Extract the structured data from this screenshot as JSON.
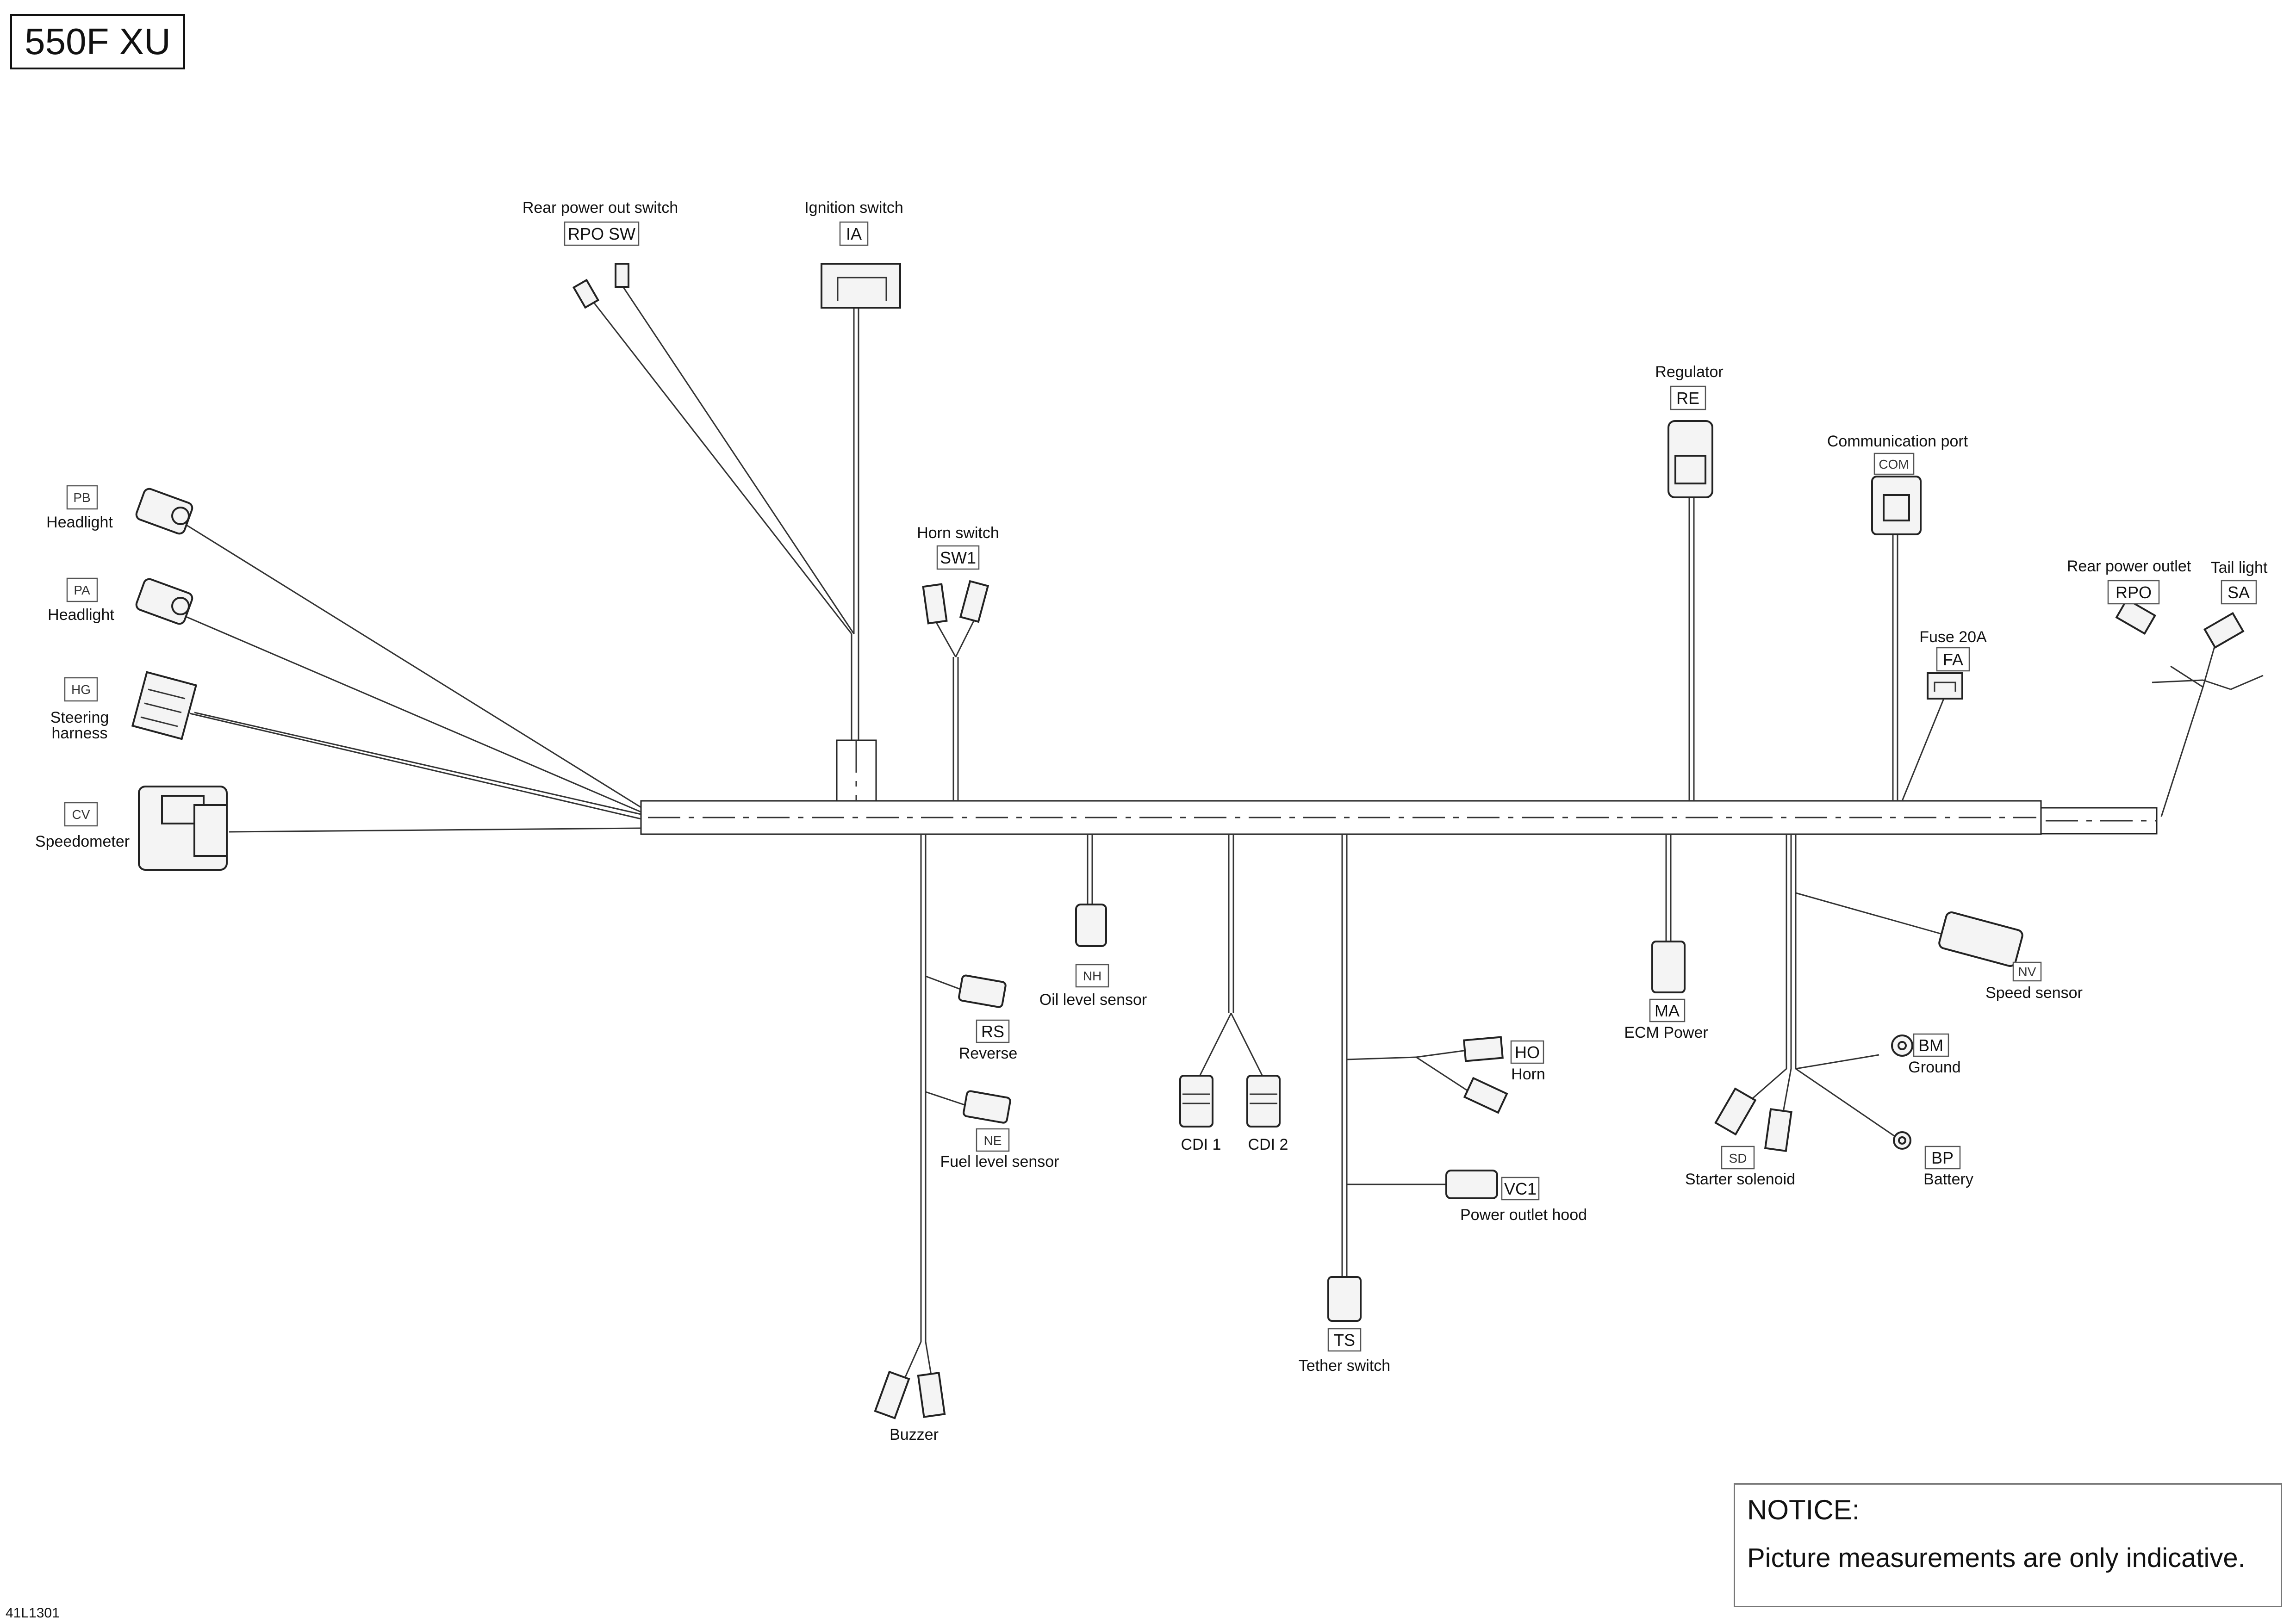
{
  "title": "550F XU",
  "drawing_ref": "41L1301",
  "notice": {
    "heading": "NOTICE:",
    "text": "Picture measurements are only indicative."
  },
  "components": {
    "rpo_sw": {
      "name": "Rear power out switch",
      "code": "RPO SW"
    },
    "ia": {
      "name": "Ignition switch",
      "code": "IA"
    },
    "sw1": {
      "name": "Horn switch",
      "code": "SW1"
    },
    "pb": {
      "name": "Headlight",
      "code": "PB"
    },
    "pa": {
      "name": "Headlight",
      "code": "PA"
    },
    "hg": {
      "name_line1": "Steering",
      "name_line2": "harness",
      "code": "HG"
    },
    "cv": {
      "name": "Speedometer",
      "code": "CV"
    },
    "re": {
      "name": "Regulator",
      "code": "RE"
    },
    "com": {
      "name": "Communication port",
      "code": "COM"
    },
    "fa": {
      "name": "Fuse 20A",
      "code": "FA"
    },
    "rpo": {
      "name": "Rear power outlet",
      "code": "RPO"
    },
    "sa": {
      "name": "Tail light",
      "code": "SA"
    },
    "nh": {
      "name": "Oil level sensor",
      "code": "NH"
    },
    "rs": {
      "name": "Reverse",
      "code": "RS"
    },
    "ne": {
      "name": "Fuel level sensor",
      "code": "NE"
    },
    "cdi1": {
      "name": "CDI 1"
    },
    "cdi2": {
      "name": "CDI 2"
    },
    "ho": {
      "name": "Horn",
      "code": "HO"
    },
    "vc1": {
      "name": "Power outlet hood",
      "code": "VC1"
    },
    "ts": {
      "name": "Tether switch",
      "code": "TS"
    },
    "buzzer": {
      "name": "Buzzer"
    },
    "ma": {
      "name": "ECM Power",
      "code": "MA"
    },
    "nv": {
      "name": "Speed sensor",
      "code": "NV"
    },
    "bm": {
      "name": "Ground",
      "code": "BM"
    },
    "bp": {
      "name": "Battery",
      "code": "BP"
    },
    "sd": {
      "name": "Starter solenoid",
      "code": "SD"
    }
  }
}
